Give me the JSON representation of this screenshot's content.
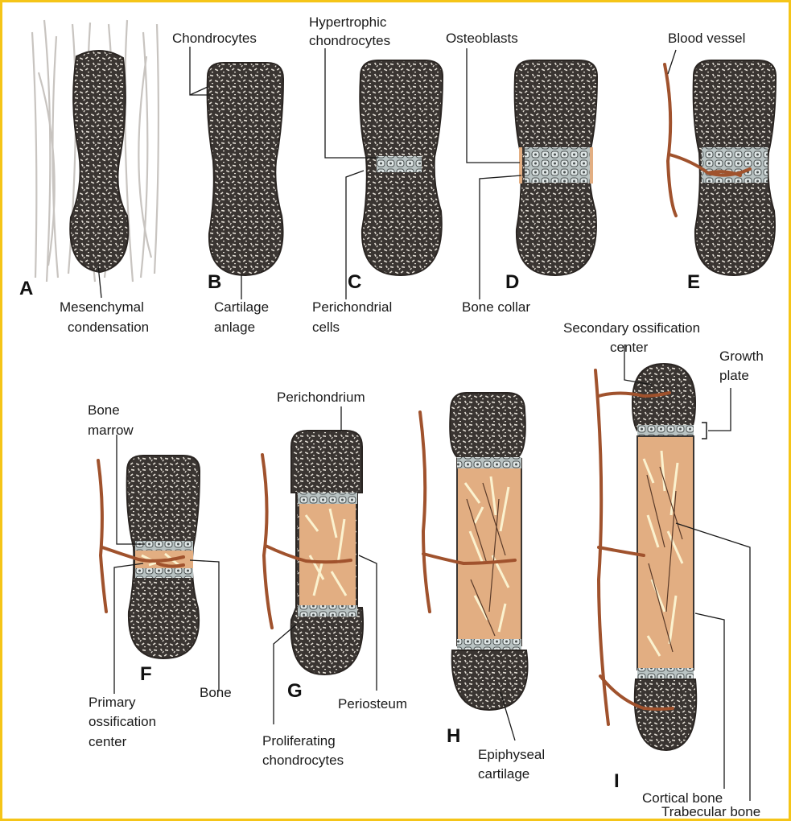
{
  "figure": {
    "border_color": "#f5c518",
    "colors": {
      "cartilage": "#3a3532",
      "cartilage_speckle": "#e6e1d8",
      "bone_matrix": "#e2ae82",
      "vessel": "#a0522d",
      "trabecula": "#fbf2cf",
      "hypertrophic_zone": "#b9c3c3",
      "mesenchyme_fibers": "#c8c4c0"
    },
    "panels": [
      {
        "letter": "A",
        "labels": [
          "Mesenchymal",
          "condensation"
        ]
      },
      {
        "letter": "B",
        "labels": [
          "Chondrocytes",
          "Cartilage",
          "anlage"
        ]
      },
      {
        "letter": "C",
        "labels": [
          "Hypertrophic",
          "chondrocytes",
          "Perichondrial",
          "cells"
        ]
      },
      {
        "letter": "D",
        "labels": [
          "Osteoblasts",
          "Bone collar"
        ]
      },
      {
        "letter": "E",
        "labels": [
          "Blood vessel"
        ]
      },
      {
        "letter": "F",
        "labels": [
          "Bone",
          "marrow",
          "Primary",
          "ossification",
          "center",
          "Bone"
        ]
      },
      {
        "letter": "G",
        "labels": [
          "Perichondrium",
          "Periosteum",
          "Proliferating",
          "chondrocytes"
        ]
      },
      {
        "letter": "H",
        "labels": [
          "Epiphyseal",
          "cartilage"
        ]
      },
      {
        "letter": "I",
        "labels": [
          "Secondary ossification",
          "center",
          "Growth",
          "plate",
          "Cortical bone",
          "Trabecular bone"
        ]
      }
    ]
  }
}
